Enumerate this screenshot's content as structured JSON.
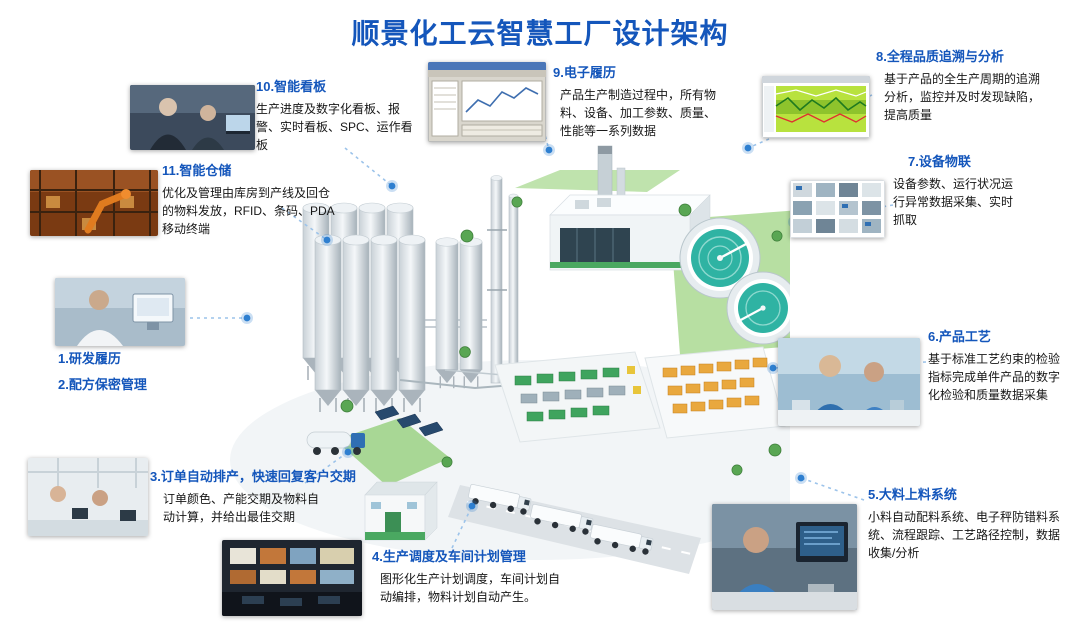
{
  "title": "顺景化工云智慧工厂设计架构",
  "colors": {
    "heading_blue": "#1456bb",
    "connector_blue": "#9cc3ea",
    "dot_blue": "#2e7fd0",
    "lawn_green": "#b7dfa2",
    "clarifier_teal": "#2fb3a3",
    "pallet_orange": "#e9a83e"
  },
  "callouts": {
    "c10": {
      "title": "10.智能看板",
      "body": "生产进度及数字化看板、报警、实时看板、SPC、运作看板"
    },
    "c11": {
      "title": "11.智能仓储",
      "body": "优化及管理由库房到产线及回仓的物料发放，RFID、条码、PDA移动终端"
    },
    "c1": {
      "title": "1.研发履历"
    },
    "c2": {
      "title": "2.配方保密管理"
    },
    "c3": {
      "title": "3.订单自动排产，快速回复客户交期",
      "body": "订单颜色、产能交期及物料自动计算，并给出最佳交期"
    },
    "c4": {
      "title": "4.生产调度及车间计划管理",
      "body": "图形化生产计划调度，车间计划自动编排，物料计划自动产生。"
    },
    "c9": {
      "title": "9.电子履历",
      "body": "产品生产制造过程中，所有物料、设备、加工参数、质量、性能等一系列数据"
    },
    "c8": {
      "title": "8.全程品质追溯与分析",
      "body": "基于产品的全生产周期的追溯分析，监控并及时发现缺陷，提高质量"
    },
    "c7": {
      "title": "7.设备物联",
      "body": "设备参数、运行状况运行异常数据采集、实时抓取"
    },
    "c6": {
      "title": "6.产品工艺",
      "body": "基于标准工艺约束的检验指标完成单件产品的数字化检验和质量数据采集"
    },
    "c5": {
      "title": "5.大料上料系统",
      "body": "小料自动配料系统、电子秤防错料系统、流程跟踪、工艺路径控制，数据收集/分析"
    }
  },
  "images": {
    "photo_meeting": "business-team-meeting",
    "photo_warehouse": "automated-warehouse-robot",
    "photo_rd": "engineer-at-workstation",
    "photo_office": "order-planning-office",
    "photo_control_room": "production-control-room",
    "screenshot_mes": "mes-software-window",
    "screenshot_quality": "quality-trend-chart",
    "screenshot_equipment": "equipment-monitoring-grid",
    "photo_lab": "lab-quality-inspection",
    "photo_feeding": "operator-at-batching-station"
  }
}
